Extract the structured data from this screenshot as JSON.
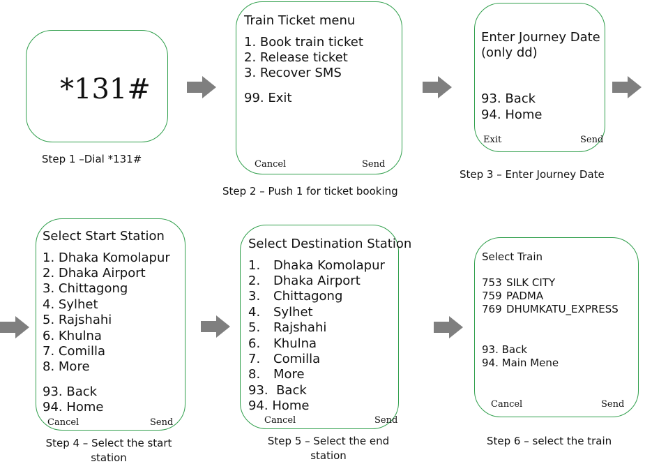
{
  "colors": {
    "phone_border": "#2e9e4a",
    "arrow": "#7f7f7f",
    "text": "#111111"
  },
  "step1": {
    "code": "*131#",
    "caption": "Step 1 –Dial *131#"
  },
  "step2": {
    "title": "Train Ticket menu",
    "items": [
      "1. Book train ticket",
      "2. Release ticket",
      "3. Recover SMS"
    ],
    "exit": "99. Exit",
    "cancel": "Cancel",
    "send": "Send",
    "caption": "Step 2 – Push 1 for ticket booking"
  },
  "step3": {
    "title1": "Enter Journey Date",
    "title2": "(only dd)",
    "back": "93. Back",
    "home": "94. Home",
    "exit": "Exit",
    "send": "Send",
    "caption": "Step 3 – Enter Journey Date"
  },
  "step4": {
    "title": "Select Start Station",
    "items": [
      "1. Dhaka Komolapur",
      "2. Dhaka Airport",
      "3. Chittagong",
      "4. Sylhet",
      "5. Rajshahi",
      "6. Khulna",
      "7. Comilla",
      "8. More"
    ],
    "back": "93. Back",
    "home": "94. Home",
    "cancel": "Cancel",
    "send": "Send",
    "caption1": "Step 4 – Select the start",
    "caption2": "station"
  },
  "step5": {
    "title": "Select Destination Station",
    "items": [
      {
        "n": "1.",
        "label": "Dhaka Komolapur"
      },
      {
        "n": "2.",
        "label": "Dhaka Airport"
      },
      {
        "n": "3.",
        "label": "Chittagong"
      },
      {
        "n": "4.",
        "label": "Sylhet"
      },
      {
        "n": "5.",
        "label": "Rajshahi"
      },
      {
        "n": "6.",
        "label": "Khulna"
      },
      {
        "n": "7.",
        "label": "Comilla"
      },
      {
        "n": "8.",
        "label": "More"
      }
    ],
    "back": "93.  Back",
    "home": "94. Home",
    "cancel": "Cancel",
    "send": "Send",
    "caption1": "Step 5 – Select the end",
    "caption2": "station"
  },
  "step6": {
    "title": "Select Train",
    "trains": [
      {
        "no": "753",
        "name": "SILK CITY"
      },
      {
        "no": "759",
        "name": "PADMA"
      },
      {
        "no": "769",
        "name": "DHUMKATU_EXPRESS"
      }
    ],
    "back": "93. Back",
    "main": "94. Main Mene",
    "cancel": "Cancel",
    "send": "Send",
    "caption": "Step 6 – select the train"
  }
}
